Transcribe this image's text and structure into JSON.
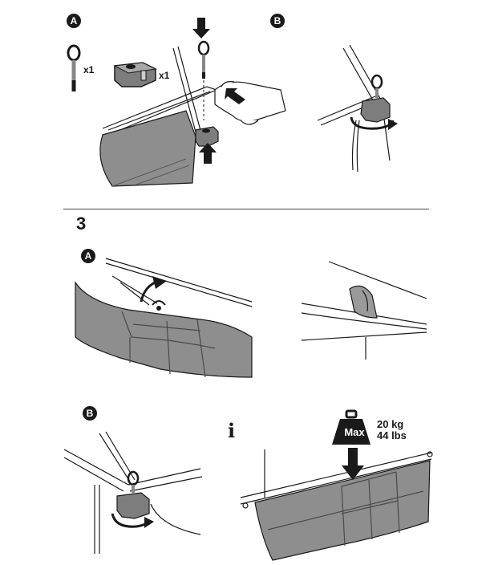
{
  "panels": {
    "top_a": {
      "badge": "A",
      "eyebolt_qty": "x1",
      "clamp_qty": "x1"
    },
    "top_b": {
      "badge": "B"
    },
    "step3": {
      "number": "3"
    },
    "step3_a": {
      "badge": "A"
    },
    "step3_b": {
      "badge": "B"
    },
    "info": {
      "icon": "i",
      "max_label": "Max",
      "weight_kg": "20 kg",
      "weight_lbs": "44 lbs"
    }
  },
  "colors": {
    "ink": "#1a1a1a",
    "fabric": "#8e8e8e",
    "fabric_dark": "#6f6f6f",
    "part": "#7d7d7d"
  }
}
